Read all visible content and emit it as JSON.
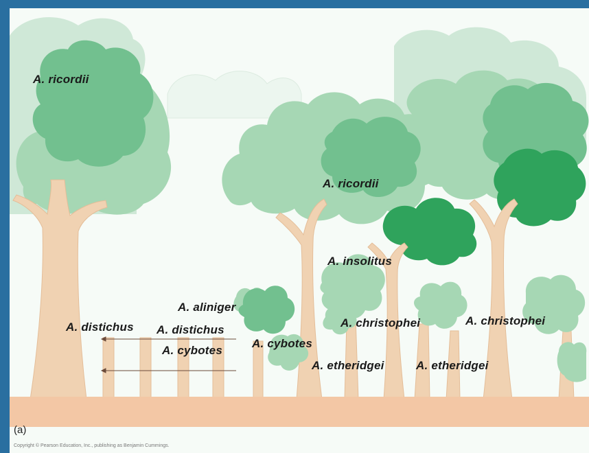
{
  "figure": {
    "panel_letter": "(a)",
    "copyright": "Copyright © Pearson Education, Inc., publishing as Benjamin Cummings."
  },
  "labels": {
    "ricordii_left": "A. ricordii",
    "ricordii_center": "A. ricordii",
    "insolitus": "A. insolitus",
    "aliniger": "A. aliniger",
    "distichus_1": "A. distichus",
    "distichus_2": "A. distichus",
    "cybotes_1": "A. cybotes",
    "cybotes_2": "A. cybotes",
    "christophei_1": "A. christophei",
    "christophei_2": "A. christophei",
    "etheridgei_1": "A. etheridgei",
    "etheridgei_2": "A. etheridgei"
  },
  "colors": {
    "frame": "#2a6fa0",
    "ground": "#f3c7a5",
    "trunk": "#f0d2b2",
    "canopy_pale": "#cfe8d7",
    "canopy_light": "#a6d7b4",
    "canopy_mid": "#72c08f",
    "canopy_dark": "#2fa35c"
  }
}
